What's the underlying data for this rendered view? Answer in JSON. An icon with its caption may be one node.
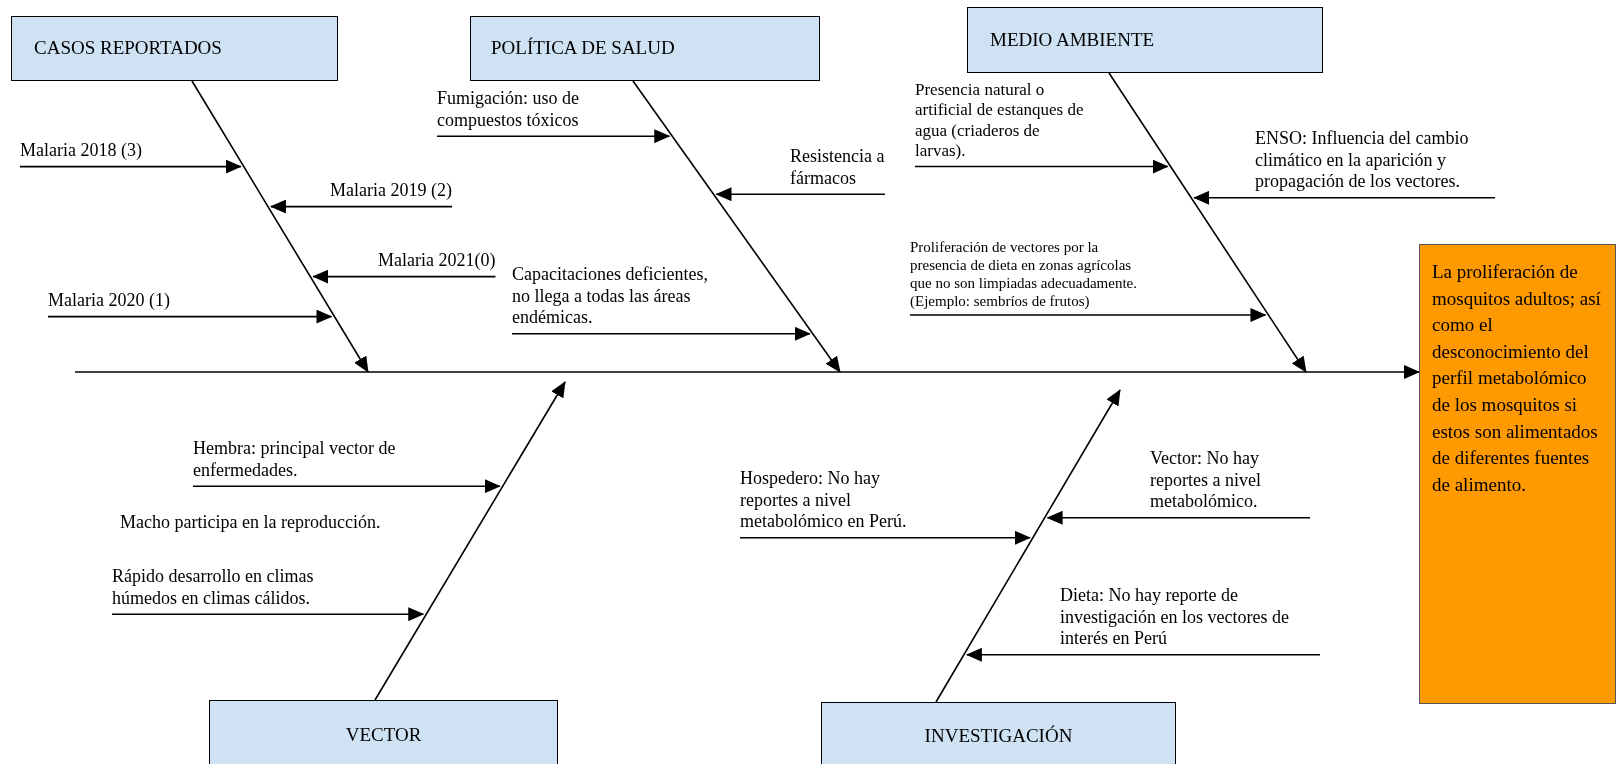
{
  "diagram": {
    "nodes": [
      {
        "text": [
          "CASOS REPORTADOS"
        ]
      },
      {
        "text": [
          "POLÍTICA DE SALUD"
        ]
      },
      {
        "text": [
          "MEDIO AMBIENTE"
        ]
      },
      {
        "text": [
          "Fumigación: uso de compuestos tóxicos"
        ]
      },
      {
        "text": [
          "Presencia natural o artificial de estanques de agua (criaderos de larvas)."
        ]
      },
      {
        "text": [
          "Malaria 2018 (3)"
        ]
      },
      {
        "text": [
          "ENSO: Influencia del cambio climático en la aparición y propagación de los vectores."
        ]
      },
      {
        "text": [
          "Resistencia a fármacos"
        ]
      },
      {
        "text": [
          "Malaria 2019 (2)"
        ]
      },
      {
        "text": [
          "Capacitaciones deficientes, no llega a todas las áreas endémicas."
        ]
      },
      {
        "text": [
          "Proliferación de vectores por la presencia de dieta en zonas agrícolas que no son limpiadas adecuadamente. (Ejemplo: sembríos de frutos)"
        ]
      },
      {
        "text": [
          "La proliferación de mosquitos adultos; así como el desconocimiento del perfil metabolómico de los mosquitos si estos son alimentados de diferentes fuentes de alimento."
        ]
      },
      {
        "text": [
          "Malaria 2020 (1)"
        ]
      },
      {
        "text": [
          "Malaria 2021(0)"
        ]
      },
      {
        "text": [
          "Hembra: principal vector de enfermedades."
        ]
      },
      {
        "text": [
          "Vector: No hay reportes a nivel metabolómico."
        ]
      },
      {
        "text": [
          "Hospedero: No hay reportes a nivel metabolómico en Perú."
        ]
      },
      {
        "text": [
          "Rápido desarrollo en climas húmedos en climas cálidos."
        ]
      },
      {
        "text": [
          "Dieta: No hay reporte de investigación en los vectores de interés en Perú"
        ]
      },
      {
        "text": [
          "VECTOR"
        ]
      },
      {
        "text": [
          "INVESTIGACIÓN"
        ]
      }
    ],
    "edges": [
      {
        "from": null,
        "to": 11,
        "arrow": "to"
      },
      {
        "from": 0,
        "to": null,
        "arrow": "to"
      },
      {
        "from": 1,
        "to": null,
        "arrow": "to"
      },
      {
        "from": 2,
        "to": null,
        "arrow": "to"
      },
      {
        "from": 19,
        "to": null,
        "arrow": "to"
      },
      {
        "from": 20,
        "to": null,
        "arrow": "to"
      },
      {
        "from": 5,
        "to": null,
        "arrow": "to"
      },
      {
        "from": 8,
        "to": null,
        "arrow": "to"
      },
      {
        "from": 12,
        "to": null,
        "arrow": "to"
      },
      {
        "from": 13,
        "to": null,
        "arrow": "to"
      },
      {
        "from": 3,
        "to": null,
        "arrow": "to"
      },
      {
        "from": 7,
        "to": null,
        "arrow": "to"
      },
      {
        "from": 9,
        "to": null,
        "arrow": "to"
      },
      {
        "from": 4,
        "to": null,
        "arrow": "to"
      },
      {
        "from": 6,
        "to": null,
        "arrow": "to"
      },
      {
        "from": 10,
        "to": null,
        "arrow": "to"
      },
      {
        "from": 14,
        "to": null,
        "arrow": "to"
      },
      {
        "from": 17,
        "to": null,
        "arrow": "to"
      },
      {
        "from": 16,
        "to": null,
        "arrow": "to"
      },
      {
        "from": 15,
        "to": null,
        "arrow": "to"
      },
      {
        "from": 18,
        "to": null,
        "arrow": "to"
      }
    ],
    "labels": [
      "Macho participa en la reproducción."
    ]
  }
}
